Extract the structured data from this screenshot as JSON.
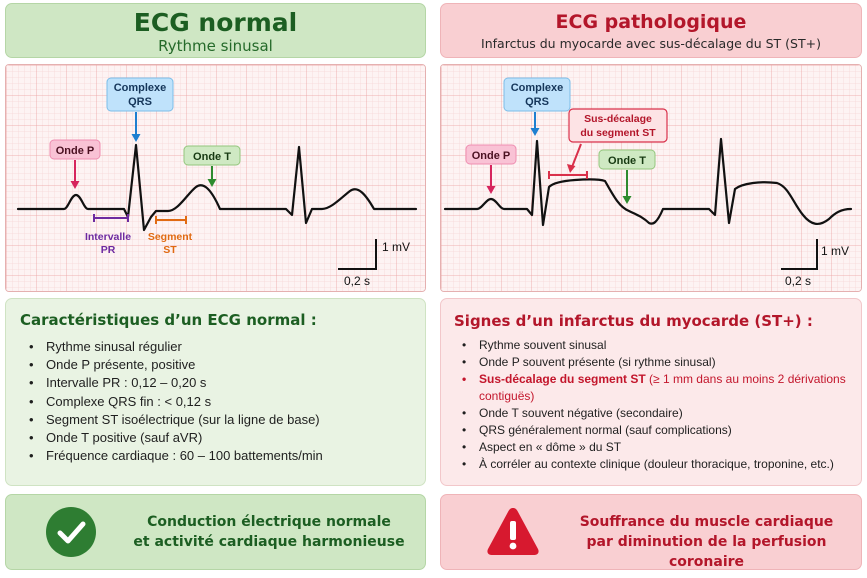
{
  "left": {
    "title": "ECG normal",
    "subtitle": "Rythme sinusal",
    "labels": {
      "qrs_line1": "Complexe",
      "qrs_line2": "QRS",
      "p_wave": "Onde P",
      "t_wave": "Onde T",
      "pr_line1": "Intervalle",
      "pr_line2": "PR",
      "st_line1": "Segment",
      "st_line2": "ST"
    },
    "scale": {
      "voltage": "1 mV",
      "time": "0,2 s"
    },
    "info_title": "Caractéristiques d’un ECG normal :",
    "info_items": [
      "Rythme sinusal régulier",
      "Onde P présente, positive",
      "Intervalle PR : 0,12 – 0,20 s",
      "Complexe QRS fin : < 0,12 s",
      "Segment ST isoélectrique (sur la ligne de base)",
      "Onde T positive (sauf aVR)",
      "Fréquence cardiaque : 60 – 100 battements/min"
    ],
    "footer_line1": "Conduction électrique normale",
    "footer_line2": "et activité cardiaque harmonieuse",
    "colors": {
      "accent": "#1c5e22",
      "panel": "#cfe7c4",
      "trace": "#111111"
    }
  },
  "right": {
    "title": "ECG pathologique",
    "subtitle": "Infarctus du myocarde avec sus-décalage du ST (ST+)",
    "labels": {
      "qrs_line1": "Complexe",
      "qrs_line2": "QRS",
      "st_line1": "Sus-décalage",
      "st_line2": "du segment ST",
      "p_wave": "Onde P",
      "t_wave": "Onde T"
    },
    "scale": {
      "voltage": "1 mV",
      "time": "0,2 s"
    },
    "info_title": "Signes d’un infarctus du myocarde (ST+) :",
    "info_items": [
      {
        "text": "Rythme souvent sinusal"
      },
      {
        "text": "Onde P souvent présente (si rythme sinusal)"
      },
      {
        "bold": "Sus-décalage du segment ST",
        "rest": " (≥ 1 mm dans au moins 2 dérivations contiguës)"
      },
      {
        "text": "Onde T souvent négative (secondaire)"
      },
      {
        "text": "QRS généralement normal (sauf complications)"
      },
      {
        "text": "Aspect en « dôme » du ST"
      },
      {
        "text": "À corréler au contexte clinique (douleur thoracique, troponine, etc.)"
      }
    ],
    "footer_line1": "Souffrance du muscle cardiaque",
    "footer_line2": "par diminution de la perfusion coronaire",
    "colors": {
      "accent": "#b3162a",
      "panel": "#f9cfd2",
      "trace": "#111111"
    }
  },
  "icons": {
    "left_footer": "check-circle-icon",
    "right_footer": "warning-triangle-icon"
  }
}
